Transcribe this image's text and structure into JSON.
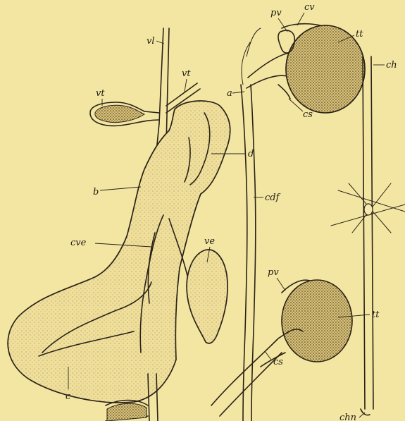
{
  "labels": {
    "vl": "vl",
    "vt_right": "vt",
    "vt_left": "vt",
    "pv_top": "pv",
    "cv": "cv",
    "tt_top": "tt",
    "ch_top": "ch",
    "a": "a",
    "cs_top": "cs",
    "d": "d",
    "b": "b",
    "cdf": "cdf",
    "cve": "cve",
    "ve": "ve",
    "pv_bottom": "pv",
    "tt_bottom": "tt",
    "cs_bottom": "cs",
    "c": "c",
    "chn": "chn"
  }
}
